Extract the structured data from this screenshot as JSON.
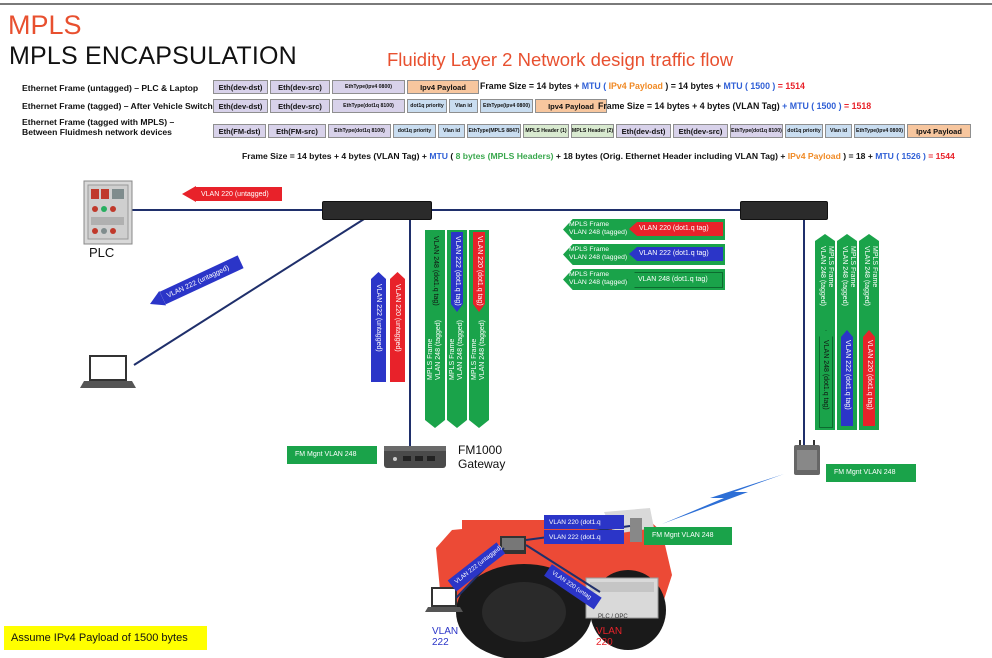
{
  "titles": {
    "mpls": "MPLS",
    "encapsulation": "MPLS ENCAPSULATION",
    "traffic_flow": "Fluidity Layer 2 Network design traffic flow"
  },
  "frames": [
    {
      "label": "Ethernet Frame (untagged) – PLC & Laptop",
      "cells": [
        "Eth(dev-dst)",
        "Eth(dev-src)",
        "EthType(ipv4 0800)",
        "Ipv4 Payload"
      ],
      "size": {
        "a": "Frame Size = 14 bytes + ",
        "b": "MTU ( ",
        "c": "IPv4 Payload",
        "d": " ) = 14 bytes + ",
        "e": "MTU ( 1500 )",
        "f": " = 1514"
      }
    },
    {
      "label": "Ethernet Frame (tagged) – After Vehicle Switch",
      "cells": [
        "Eth(dev-dst)",
        "Eth(dev-src)",
        "EthType(dot1q 8100)",
        "dot1q priority",
        "Vlan id",
        "EthType(ipv4 0800)",
        "Ipv4 Payload"
      ],
      "size": {
        "a": "Frame Size = 14 bytes + 4 bytes (VLAN Tag) ",
        "b": " + MTU ( 1500 )",
        "c": " = 1518"
      }
    },
    {
      "label_line1": "Ethernet Frame (tagged with MPLS) –",
      "label_line2": "Between Fluidmesh network devices",
      "cells": [
        "Eth(FM-dst)",
        "Eth(FM-src)",
        "EthType(dot1q 8100)",
        "dot1q priority",
        "Vlan id",
        "EthType(MPLS 8847)",
        "MPLS Header (1)",
        "MPLS Header (2)",
        "Eth(dev-dst)",
        "Eth(dev-src)",
        "EthType(dot1q 8100)",
        "dot1q priority",
        "Vlan id",
        "EthType(ipv4 0800)",
        "Ipv4 Payload"
      ]
    }
  ],
  "big_frame_size": {
    "p1": "Frame Size = 14 bytes + 4 bytes (VLAN Tag)  + ",
    "p2": "MTU",
    "p3": " ( ",
    "p4": "8 bytes (MPLS Headers)",
    "p5": " + 18 bytes (Orig. Ethernet Header including VLAN Tag) + ",
    "p6": " IPv4 Payload ",
    "p7": ") = 18 + ",
    "p8": "MTU ( 1526 )",
    "p9": "  =  1544"
  },
  "devices": {
    "plc": "PLC",
    "gateway_line1": "FM1000",
    "gateway_line2": "Gateway",
    "vehicle_plc": "PLC / OPC"
  },
  "flows": {
    "vlan220_untagged": "VLAN 220 (untagged)",
    "vlan222_untagged": "VLAN 222 (untagged)",
    "vlan220_dot1q": "VLAN 220 (dot1.q tag)",
    "vlan222_dot1q": "VLAN 222 (dot1.q tag)",
    "vlan248_dot1q": "VLAN 248 (dot1.q tag)",
    "mpls_frame": "MPLS Frame",
    "vlan248_tagged": "VLAN 248 (tagged)",
    "vlan220_dot1_short": "VLAN 220 (dot1.q",
    "vlan222_dot1_short": "VLAN 222 (dot1.q",
    "vlan222_untag_short": "VLAN 222 (untagged)",
    "vlan220_untag_short": "VLAN 220 (untag"
  },
  "mgmt": {
    "fm_mgnt": "FM Mgnt VLAN 248"
  },
  "bottom": {
    "vlan222_l1": "VLAN",
    "vlan222_l2": "222",
    "vlan220_l1": "VLAN",
    "vlan220_l2": "220"
  },
  "note": "Assume IPv4 Payload of 1500 bytes",
  "colors": {
    "title_orange": "#e8502f",
    "red_arrow": "#e8222a",
    "blue_arrow": "#2b35c8",
    "green_arrow": "#1aa34a",
    "line_navy": "#1f2f6b",
    "vehicle_red": "#ec4a36"
  }
}
